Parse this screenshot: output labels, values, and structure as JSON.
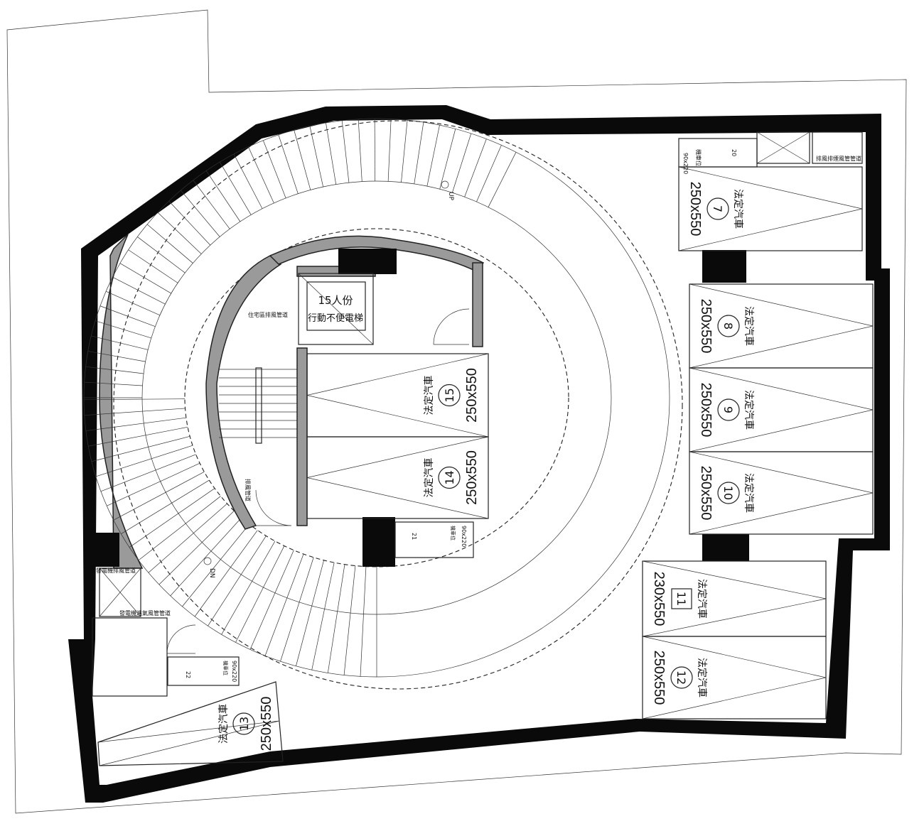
{
  "elevator": {
    "line1": "15人份",
    "line2": "行動不便電梯"
  },
  "stair_labels": {
    "up": "UP",
    "down": "DN"
  },
  "room_labels": {
    "duct_top_right": "排風排煙風管管道",
    "duct_stair_top": "住宅區排風管道",
    "duct_small": "排風管道",
    "duct_left_upper": "發電機排風管道",
    "duct_left_lower": "發電機進氣風管管道",
    "bicycle": "機車位",
    "size_90x220": "90x220",
    "unit_20": "20",
    "unit_21": "21",
    "unit_22": "22"
  },
  "parking": [
    {
      "no": "7",
      "type": "法定汽車",
      "size": "250x550"
    },
    {
      "no": "8",
      "type": "法定汽車",
      "size": "250x550"
    },
    {
      "no": "9",
      "type": "法定汽車",
      "size": "250x550"
    },
    {
      "no": "10",
      "type": "法定汽車",
      "size": "250x550"
    },
    {
      "no": "11",
      "type": "法定汽車",
      "size": "230x550"
    },
    {
      "no": "12",
      "type": "法定汽車",
      "size": "250x550"
    },
    {
      "no": "13",
      "type": "法定汽車",
      "size": "250x550"
    },
    {
      "no": "14",
      "type": "法定汽車",
      "size": "250x550"
    },
    {
      "no": "15",
      "type": "法定汽車",
      "size": "250x550"
    }
  ]
}
